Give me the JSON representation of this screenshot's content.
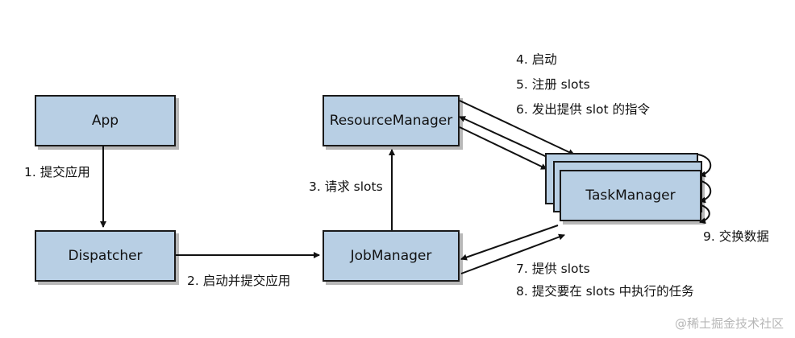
{
  "nodes": {
    "app": "App",
    "dispatcher": "Dispatcher",
    "job_manager": "JobManager",
    "resource_manager": "ResourceManager",
    "task_manager": "TaskManager"
  },
  "edges": {
    "step1": "1. 提交应用",
    "step2": "2. 启动并提交应用",
    "step3": "3. 请求 slots",
    "step4": "4. 启动",
    "step5": "5. 注册 slots",
    "step6": "6. 发出提供 slot 的指令",
    "step7": "7. 提供 slots",
    "step8": "8. 提交要在 slots 中执行的任务",
    "step9": "9. 交换数据"
  },
  "watermark": "@稀土掘金技术社区",
  "colors": {
    "box_fill": "#b8cfe4",
    "border": "#1a1a1a"
  }
}
